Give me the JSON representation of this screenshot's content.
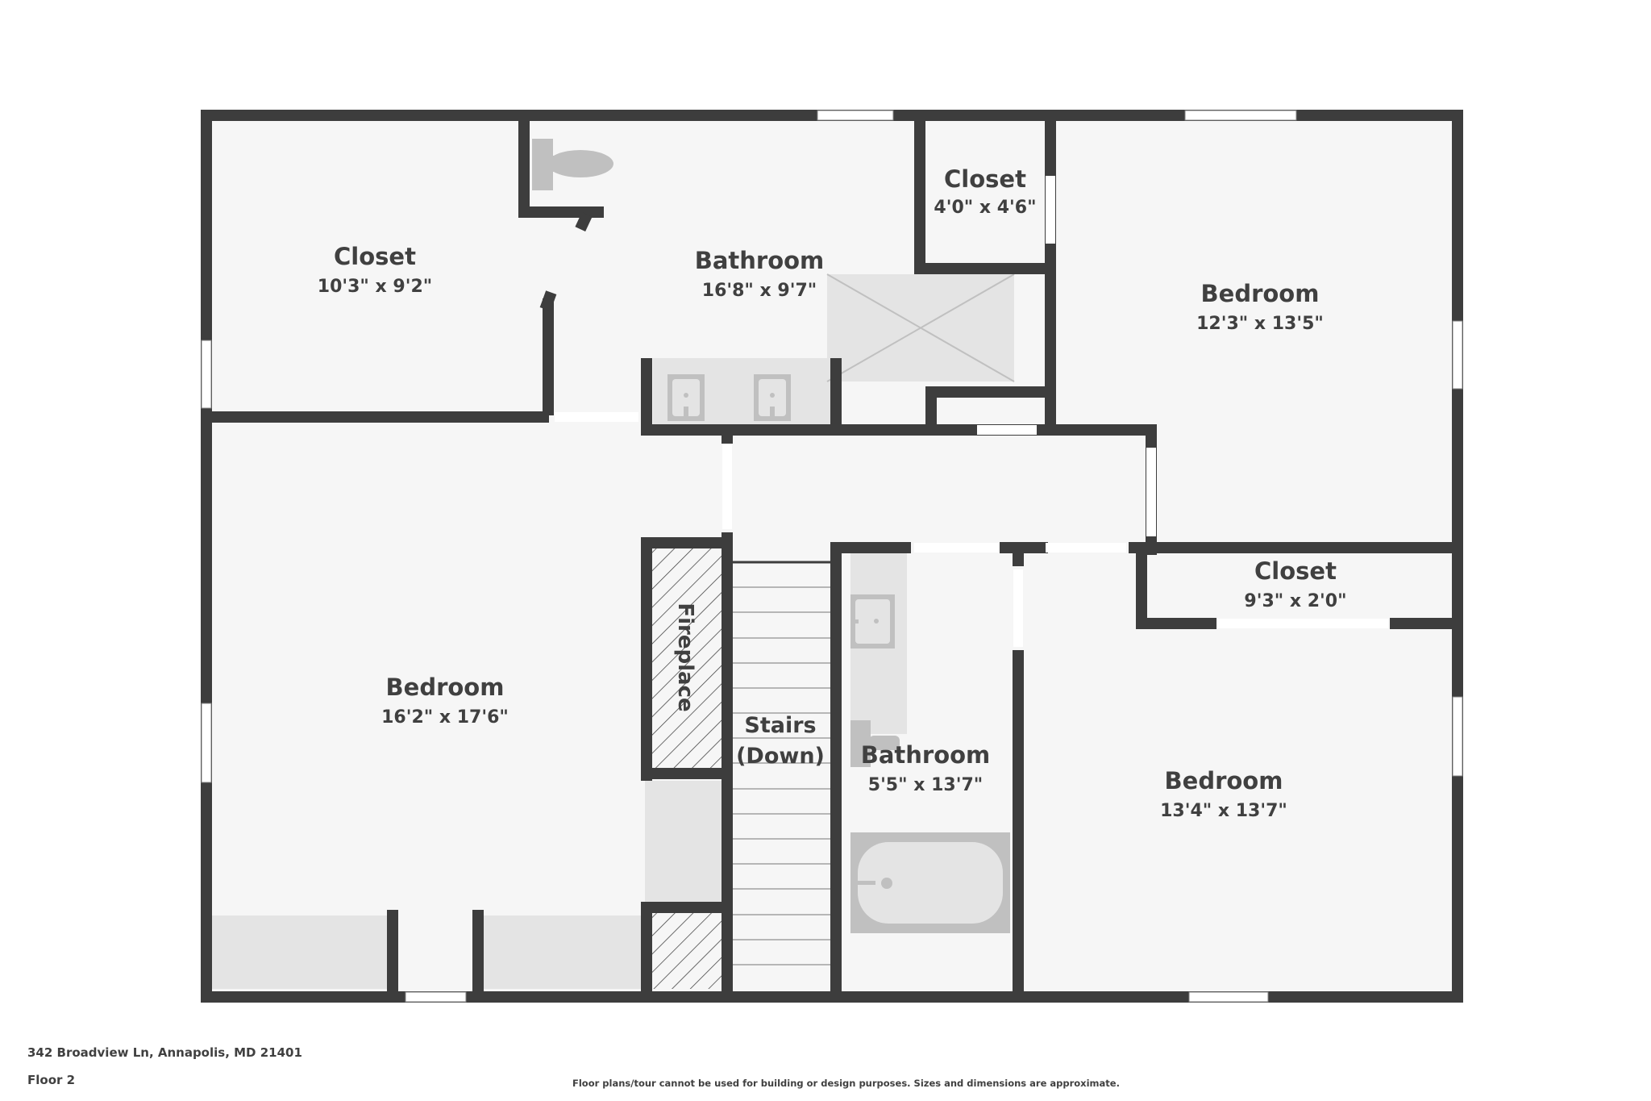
{
  "plan": {
    "colors": {
      "wall": "#3d3d3d",
      "floor": "#f6f6f6",
      "fixture": "#e4e4e4",
      "fixture_dark": "#c0c0c0",
      "text": "#404040"
    },
    "rooms": [
      {
        "id": "closet-nw",
        "name": "Closet",
        "dimensions": "10'3\" x 9'2\""
      },
      {
        "id": "bathroom-main",
        "name": "Bathroom",
        "dimensions": "16'8\" x 9'7\""
      },
      {
        "id": "closet-small",
        "name": "Closet",
        "dimensions": "4'0\" x 4'6\""
      },
      {
        "id": "bedroom-ne",
        "name": "Bedroom",
        "dimensions": "12'3\" x 13'5\""
      },
      {
        "id": "bedroom-w",
        "name": "Bedroom",
        "dimensions": "16'2\" x 17'6\""
      },
      {
        "id": "closet-e",
        "name": "Closet",
        "dimensions": "9'3\" x 2'0\""
      },
      {
        "id": "bathroom-hall",
        "name": "Bathroom",
        "dimensions": "5'5\" x 13'7\""
      },
      {
        "id": "bedroom-se",
        "name": "Bedroom",
        "dimensions": "13'4\" x 13'7\""
      }
    ],
    "features": {
      "fireplace": "Fireplace",
      "stairs_line1": "Stairs",
      "stairs_line2": "(Down)"
    }
  },
  "footer": {
    "address": "342 Broadview Ln, Annapolis, MD 21401",
    "floor": "Floor 2",
    "disclaimer": "Floor plans/tour cannot be used for building or design purposes. Sizes and dimensions are approximate."
  }
}
